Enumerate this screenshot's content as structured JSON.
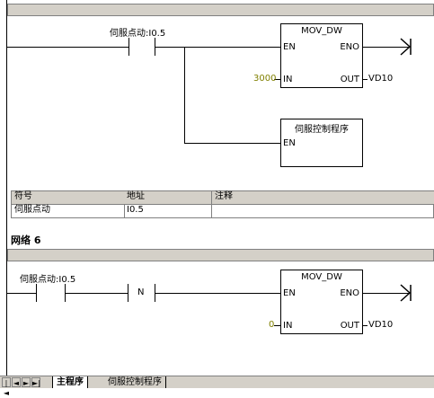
{
  "network5": {
    "contact_label": "伺服点动:I0.5",
    "mov_title": "MOV_DW",
    "pin_en": "EN",
    "pin_eno": "ENO",
    "pin_in": "IN",
    "pin_out": "OUT",
    "in_value": "3000",
    "out_value": "VD10",
    "sub_title": "伺服控制程序",
    "sub_en": "EN"
  },
  "symbol_table": {
    "headers": [
      "符号",
      "地址",
      "注释"
    ],
    "row": [
      "伺服点动",
      "I0.5",
      ""
    ]
  },
  "network6": {
    "title": "网络 6",
    "contact_label": "伺服点动:I0.5",
    "not_label": "N",
    "mov_title": "MOV_DW",
    "pin_en": "EN",
    "pin_eno": "ENO",
    "pin_in": "IN",
    "pin_out": "OUT",
    "in_value": "0",
    "out_value": "VD10"
  },
  "tabs": {
    "nav_first": "|◄",
    "nav_prev": "◄",
    "nav_next": "►",
    "nav_last": "►|",
    "items": [
      "主程序",
      "伺服控制程序"
    ]
  },
  "colors": {
    "constant": "#808000",
    "header_bg": "#d4d0c8"
  }
}
